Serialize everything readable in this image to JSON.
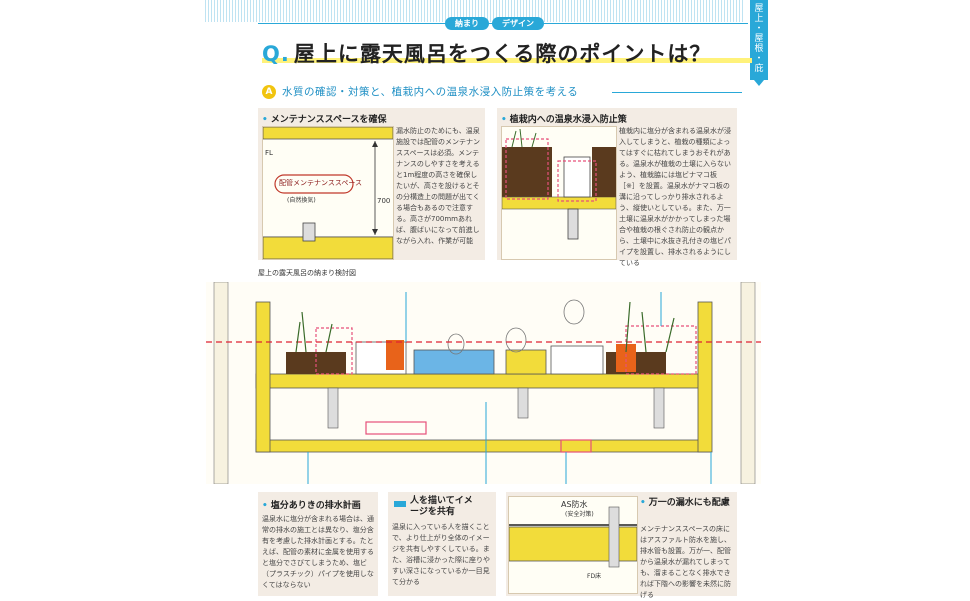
{
  "tags": [
    "納まり",
    "デザイン"
  ],
  "side_tab": {
    "chars": [
      "屋",
      "上",
      "・",
      "屋",
      "根",
      "・",
      "庇"
    ]
  },
  "question": {
    "prefix": "Q.",
    "text": "屋上に露天風呂をつくる際のポイントは？"
  },
  "answer": {
    "badge": "A",
    "text": "水質の確認・対策と、植栽内への温泉水浸入防止策を考える"
  },
  "sections": {
    "maintenance": {
      "heading": "メンテナンススペースを確保",
      "body": "漏水防止のためにも、温泉施設では配管のメンテナンススペースは必須。メンテナンスのしやすさを考えると1m程度の高さを確保したいが、高さを設けるとその分構造上の問題が出てくる場合もあるので注意する。高さが700mmあれば、腹ばいになって前進しながら入れ、作業が可能",
      "sketch_label": "配管メンテナンススペース",
      "sketch_sub": "(自然換気)",
      "dim": "700",
      "fl": "FL"
    },
    "planting": {
      "heading": "植栽内への温泉水浸入防止策",
      "body": "植栽内に塩分が含まれる温泉水が浸入してしまうと、植栽の種類によってはすぐに枯れてしまうおそれがある。温泉水が植栽の土壌に入らないよう、植栽脇には塩ビナマコ板［※］を設置。温泉水がナマコ板の溝に沿ってしっかり排水されるよう、縦使いとしている。また、万一土壌に温泉水がかかってしまった場合や植栽の根ぐされ防止の観点から、土壌中に水抜き孔付きの塩ビパイプを設置し、排水されるようにしている"
    },
    "diagram_caption": "屋上の露天風呂の納まり検討図",
    "drainage": {
      "heading": "塩分ありきの排水計画",
      "body": "温泉水に塩分が含まれる場合は、通常の排水の施工とは異なり、塩分含有を考慮した排水計画とする。たとえば、配管の素材に金属を使用すると塩分でさびてしまうため、塩ビ（プラスチック）パイプを使用しなくてはならない"
    },
    "people": {
      "heading": "人を描いてイメージを共有",
      "body": "温泉に入っている人を描くことで、より仕上がり全体のイメージを共有しやすくしている。また、浴槽に浸かった際に座りやすい深さになっているか一目見て分かる"
    },
    "leak": {
      "heading": "万一の漏水にも配慮",
      "body": "メンテナンススペースの床にはアスファルト防水を施し、排水管も設置。万が一、配管から温泉水が漏れてしまっても、溜まることなく排水できれば下階への影響を未然に防げる",
      "sketch_label": "AS防水",
      "sketch_sub": "(安全対策)",
      "fl": "FD床"
    }
  },
  "colors": {
    "accent": "#29a8d8",
    "highlight": "#fff27a",
    "panel": "#f3ece4",
    "concrete": "#f2dc3a",
    "soil": "#3a6b2a",
    "water": "#6bb5e6",
    "pink": "#e6507a"
  }
}
